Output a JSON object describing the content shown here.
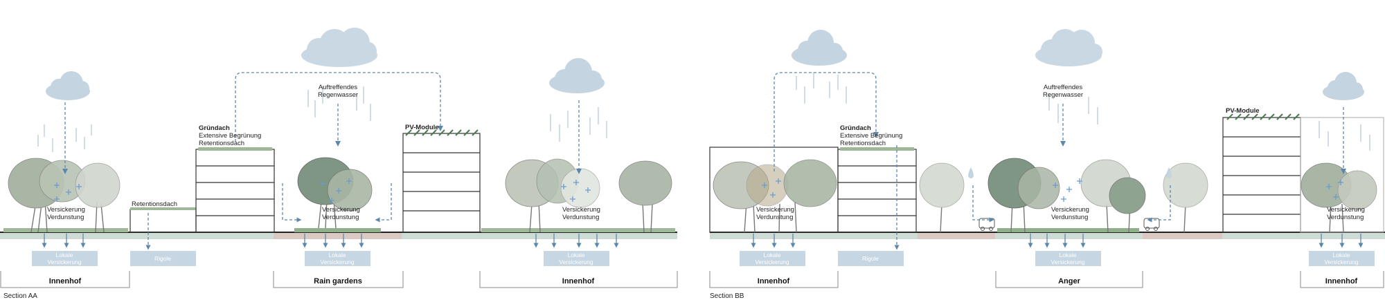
{
  "section_aa": {
    "caption": "Section AA",
    "roof_green_title": "Gründach",
    "roof_green_sub1": "Extensive Begrünung",
    "roof_green_sub2": "Retentionsdach",
    "retention_roof": "Retentionsdach",
    "pv_modules": "PV-Module",
    "rain_label_1": "Auftreffendes",
    "rain_label_2": "Regenwasser",
    "infiltration": "Versickerung",
    "evaporation": "Verdunstung",
    "local_box_1": "Lokale",
    "local_box_2": "Versickerung",
    "rigole": "Rigole",
    "zone_1": "Innenhof",
    "zone_2": "Rain gardens",
    "zone_3": "Innenhof"
  },
  "section_bb": {
    "caption": "Section BB",
    "roof_green_title": "Gründach",
    "roof_green_sub1": "Extensive Begrünung",
    "roof_green_sub2": "Retentionsdach",
    "pv_modules": "PV-Module",
    "rain_label_1": "Auftreffendes",
    "rain_label_2": "Regenwasser",
    "infiltration": "Versickerung",
    "evaporation": "Verdunstung",
    "local_box_1": "Lokale",
    "local_box_2": "Versickerung",
    "rigole": "Rigole",
    "zone_1": "Innenhof",
    "zone_2": "Anger",
    "zone_3": "Innenhof"
  },
  "colors": {
    "cloud": "#c4d4e0",
    "water": "#5b86ad",
    "box": "#c7d6e3",
    "tree": "#a9b6a5",
    "ground": "#cfdcd6"
  }
}
